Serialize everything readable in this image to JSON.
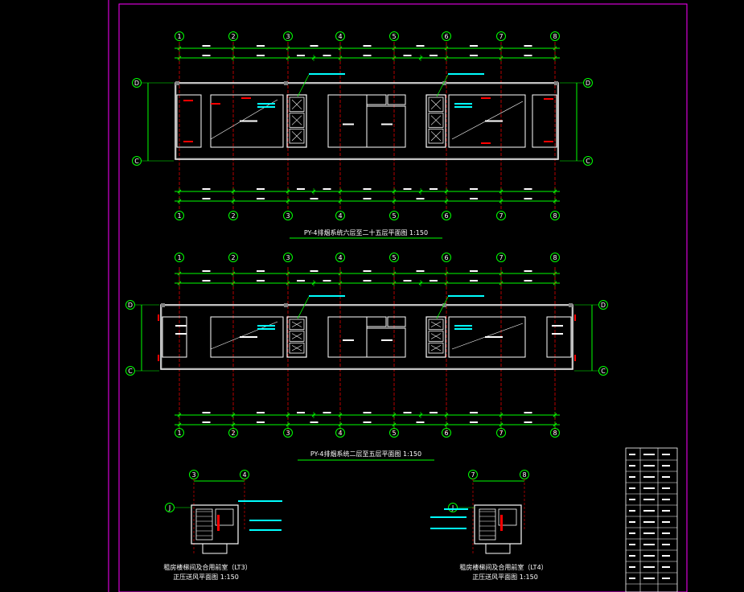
{
  "plans": [
    {
      "title": "PY-4排烟系统六层至二十五层平面图 1:150",
      "axes_top": [
        "1",
        "2",
        "3",
        "4",
        "5",
        "6",
        "7",
        "8"
      ],
      "axes_bottom": [
        "1",
        "2",
        "3",
        "4",
        "5",
        "6",
        "7",
        "8"
      ],
      "row_left": [
        "D",
        "C"
      ],
      "row_right": [
        "D",
        "C"
      ]
    },
    {
      "title": "PY-4排烟系统二层至五层平面图 1:150",
      "axes_top": [
        "1",
        "2",
        "3",
        "4",
        "5",
        "6",
        "7",
        "8"
      ],
      "axes_bottom": [
        "1",
        "2",
        "3",
        "4",
        "5",
        "6",
        "7",
        "8"
      ],
      "row_left": [
        "D",
        "C"
      ],
      "row_right": [
        "D",
        "C"
      ]
    }
  ],
  "details": [
    {
      "title_line1": "租房楼梯间及合用前室（LT3）",
      "title_line2": "正压送风平面图 1:150",
      "axes": [
        "3",
        "4"
      ],
      "row": "J"
    },
    {
      "title_line1": "租房楼梯间及合用前室（LT4）",
      "title_line2": "正压送风平面图 1:150",
      "axes": [
        "7",
        "8"
      ],
      "row": "J"
    }
  ],
  "colors": {
    "grid_line": "#ff0000",
    "dimension": "#00ff00",
    "wall": "#ffffff",
    "wall_fill": "#808080",
    "duct": "#00ffff",
    "frame": "#ff00ff",
    "fixture": "#ff0000"
  }
}
